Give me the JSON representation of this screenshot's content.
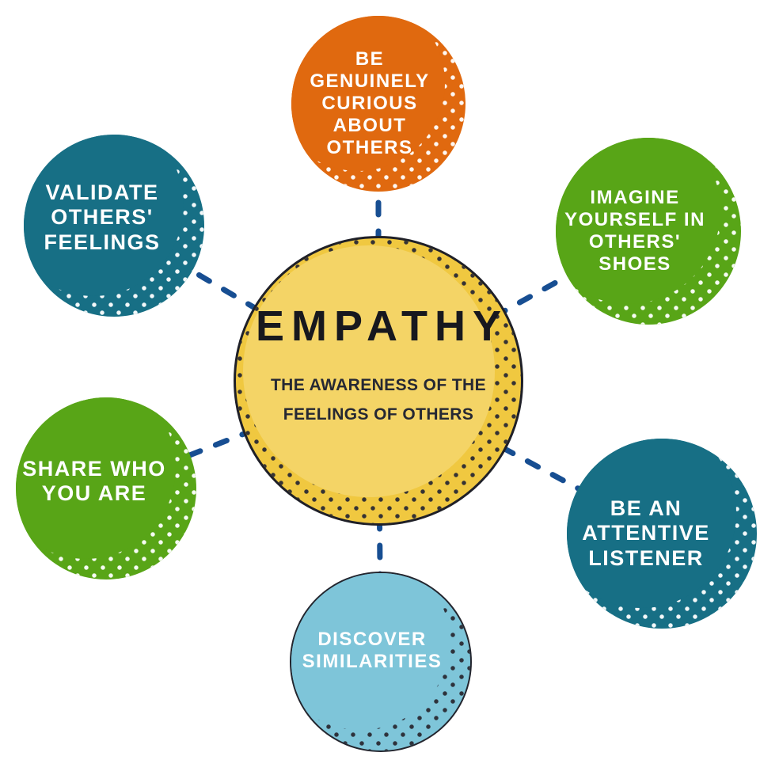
{
  "diagram": {
    "type": "mind-map",
    "connector_color": "#174E92",
    "center": {
      "title": "EMPATHY",
      "subtitle": "THE AWARENESS OF THE\nFEELINGS OF OTHERS",
      "fill_color": "#F0C840",
      "inner_fill_color": "#F4D466",
      "outline_color": "#1F2028",
      "dot_color": "#2A2A33",
      "text_color": "#17181E"
    },
    "nodes": [
      {
        "id": "be-genuinely-curious",
        "position": "top",
        "label": "BE\nGENUINELY\nCURIOUS\nABOUT\nOTHERS",
        "color": "#E0690F",
        "text_color": "#FFFFFF",
        "dot_color": "#FFFFFF"
      },
      {
        "id": "imagine-yourself",
        "position": "top-right",
        "label": "IMAGINE\nYOURSELF IN\nOTHERS'\nSHOES",
        "color": "#58A517",
        "text_color": "#FFFFFF",
        "dot_color": "#FFFFFF"
      },
      {
        "id": "attentive-listener",
        "position": "right",
        "label": "BE AN\nATTENTIVE\nLISTENER",
        "color": "#176F85",
        "text_color": "#FFFFFF",
        "dot_color": "#FFFFFF"
      },
      {
        "id": "discover-similarities",
        "position": "bottom",
        "label": "DISCOVER\nSIMILARITIES",
        "color": "#7EC5D9",
        "text_color": "#FFFFFF",
        "dot_color": "#2A2A33"
      },
      {
        "id": "share-who-you-are",
        "position": "bottom-left",
        "label": "SHARE WHO\nYOU ARE",
        "color": "#58A517",
        "text_color": "#FFFFFF",
        "dot_color": "#FFFFFF"
      },
      {
        "id": "validate-feelings",
        "position": "top-left",
        "label": "VALIDATE\nOTHERS'\nFEELINGS",
        "color": "#176F85",
        "text_color": "#FFFFFF",
        "dot_color": "#FFFFFF"
      }
    ]
  }
}
